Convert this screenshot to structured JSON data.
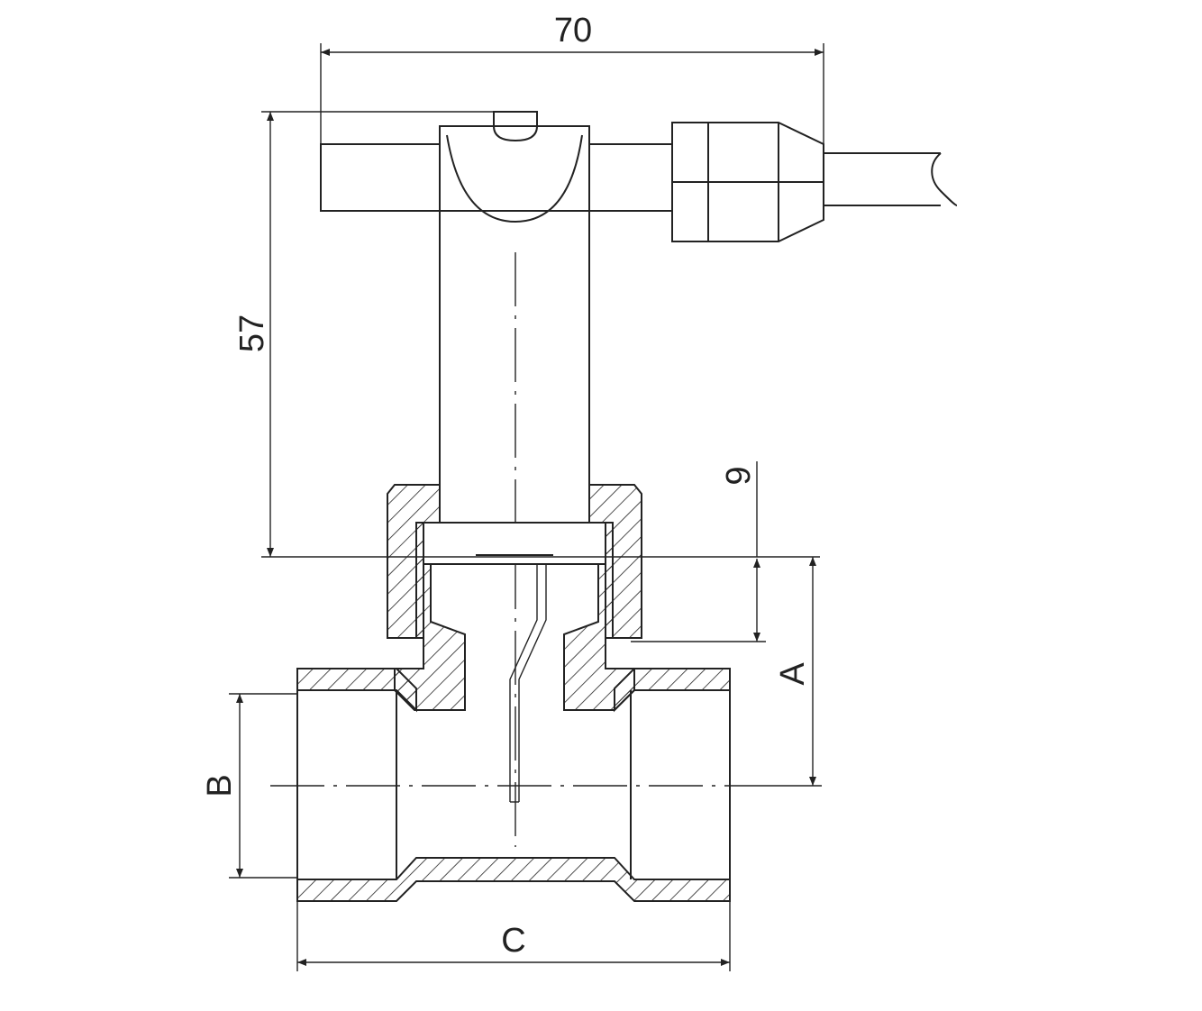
{
  "dimensions": {
    "width_top": "70",
    "height_left": "57",
    "nut_height": "9",
    "label_a": "A",
    "label_b": "B",
    "label_c": "C"
  },
  "colors": {
    "line": "#222222",
    "background": "#ffffff"
  }
}
